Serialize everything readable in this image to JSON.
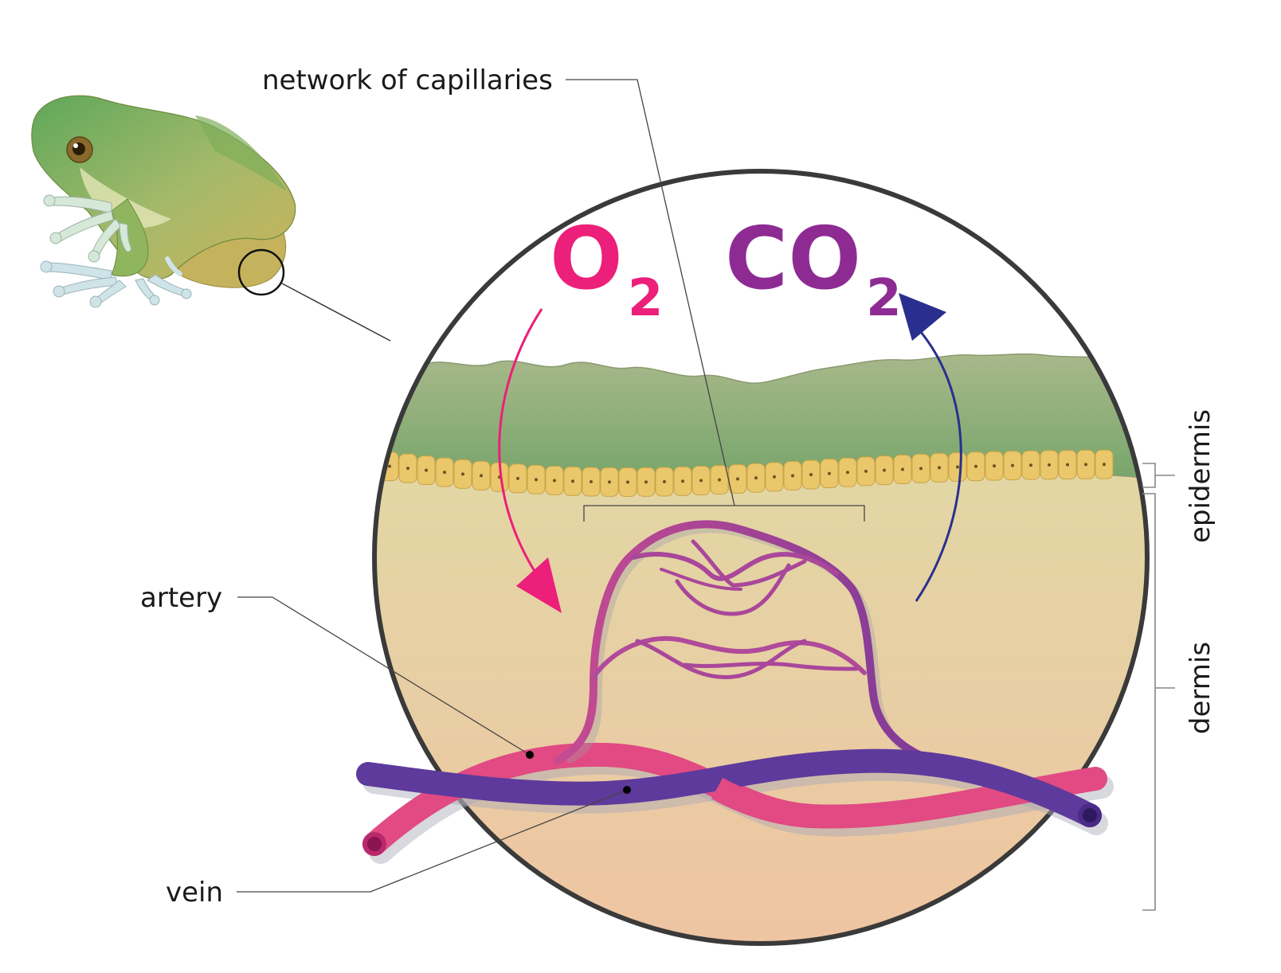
{
  "labels": {
    "network": "network of capillaries",
    "artery": "artery",
    "vein": "vein",
    "epidermis": "epidermis",
    "dermis": "dermis"
  },
  "gases": {
    "oxygen": {
      "symbol": "O",
      "subscript": "2"
    },
    "carbon_dioxide": {
      "symbol": "CO",
      "subscript": "2"
    }
  },
  "icons": {
    "frog": "frog-icon",
    "magnifier": "magnifier-circle-icon"
  },
  "colors": {
    "oxygen": "#ec1f7a",
    "carbon_dioxide": "#8e2b93",
    "co2_arrow": "#2a2f8f",
    "artery": "#e14a83",
    "vein": "#5e3a9c",
    "capillary": "#b94a9a",
    "epidermis_top": "#a8b88a",
    "epidermis_bottom": "#7ea86e",
    "cell_layer": "#e9c76a",
    "dermis_top": "#e2d7a5",
    "dermis_bottom": "#eec6a2",
    "frog_green": "#6aad5b",
    "frog_yellow": "#c9b45a"
  }
}
